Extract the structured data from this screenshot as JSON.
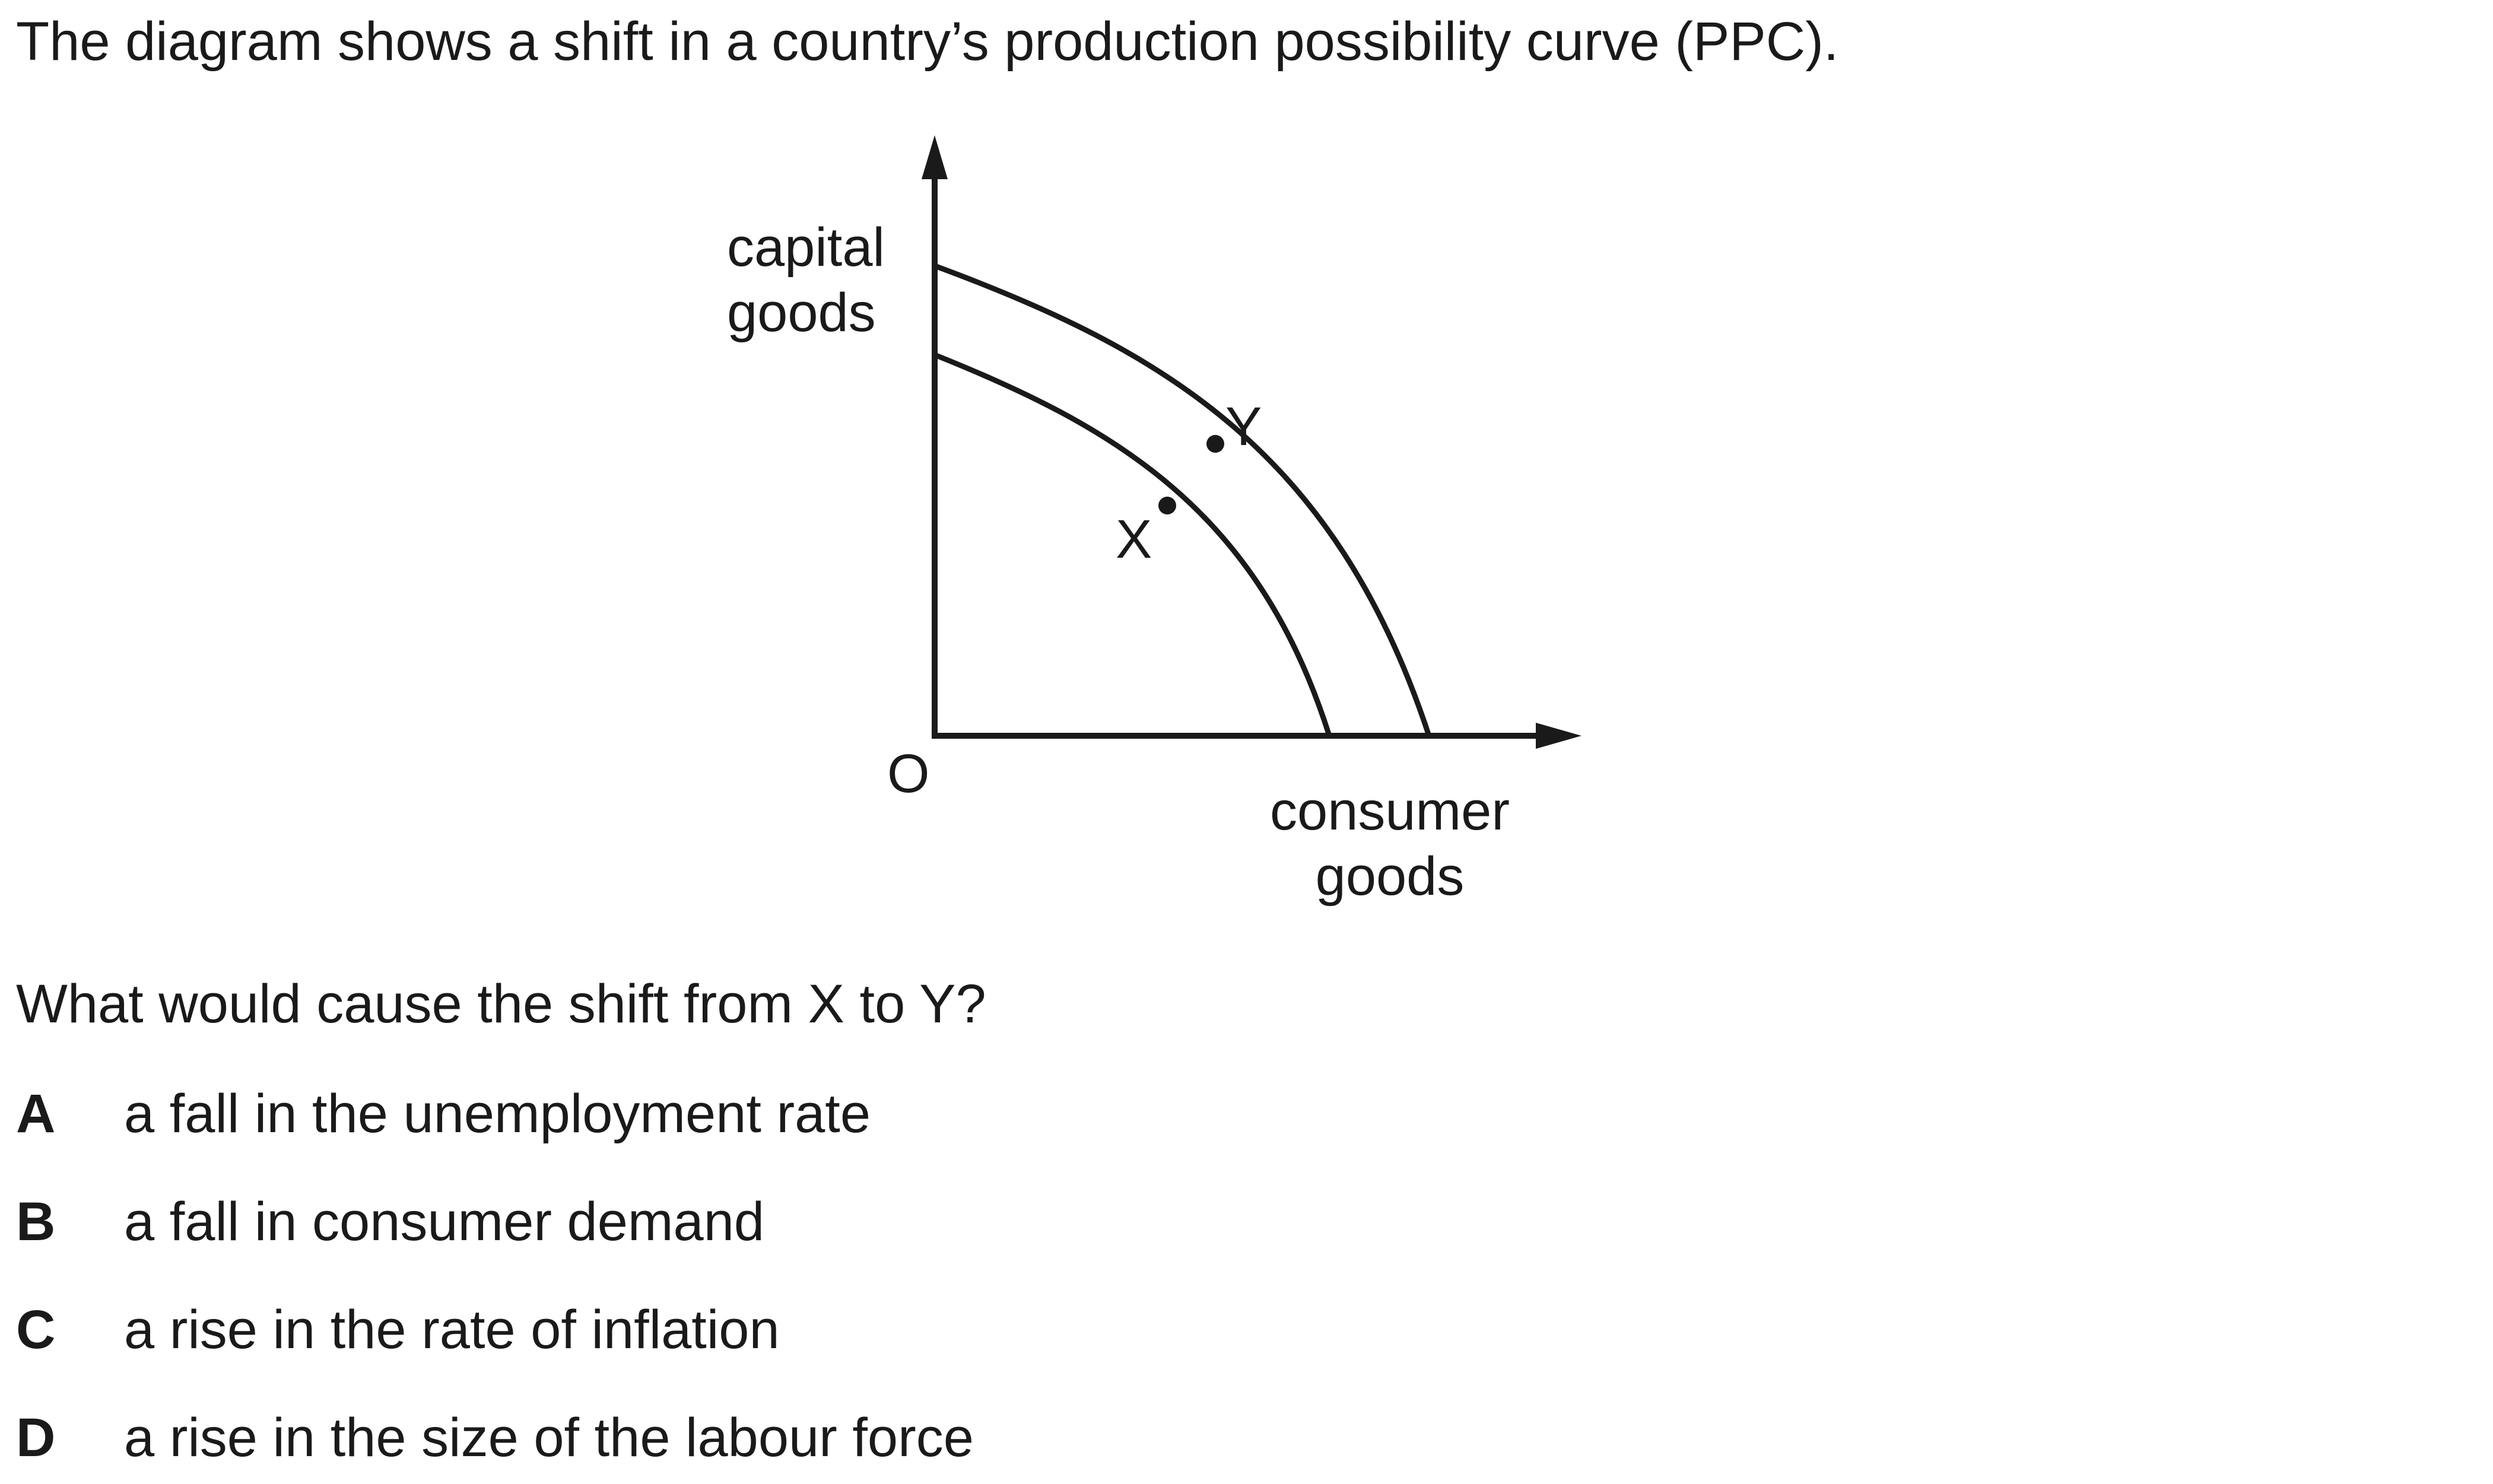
{
  "intro": "The diagram shows a shift in a country’s production possibility curve (PPC).",
  "diagram": {
    "y_axis_label_line1": "capital",
    "y_axis_label_line2": "goods",
    "x_axis_label_line1": "consumer",
    "x_axis_label_line2": "goods",
    "origin_label": "O",
    "point_x_label": "X",
    "point_y_label": "Y"
  },
  "question": "What would cause the shift from X to Y?",
  "options": [
    {
      "letter": "A",
      "text": "a fall in the unemployment rate"
    },
    {
      "letter": "B",
      "text": "a fall in consumer demand"
    },
    {
      "letter": "C",
      "text": "a rise in the rate of inflation"
    },
    {
      "letter": "D",
      "text": "a rise in the size of the labour force"
    }
  ]
}
